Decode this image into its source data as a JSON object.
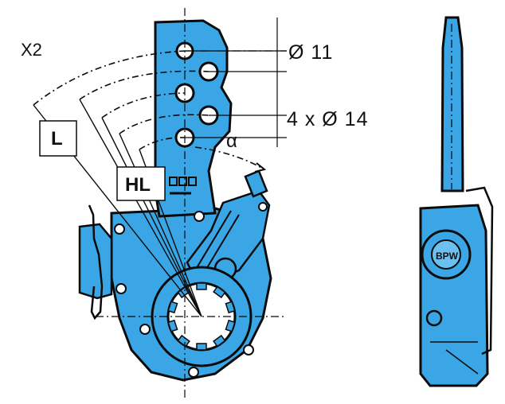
{
  "diagram": {
    "multiplier_label": "X2",
    "dim_small_hole": "Ø 11",
    "dim_large_holes": "4 x Ø 14",
    "angle_label": "α",
    "label_l": "L",
    "label_hl": "HL",
    "logo_text": "BPW"
  },
  "colors": {
    "body": "#3aa6e6",
    "body_light": "#6cc0ef",
    "outline": "#0b0b0b",
    "background": "#ffffff"
  }
}
